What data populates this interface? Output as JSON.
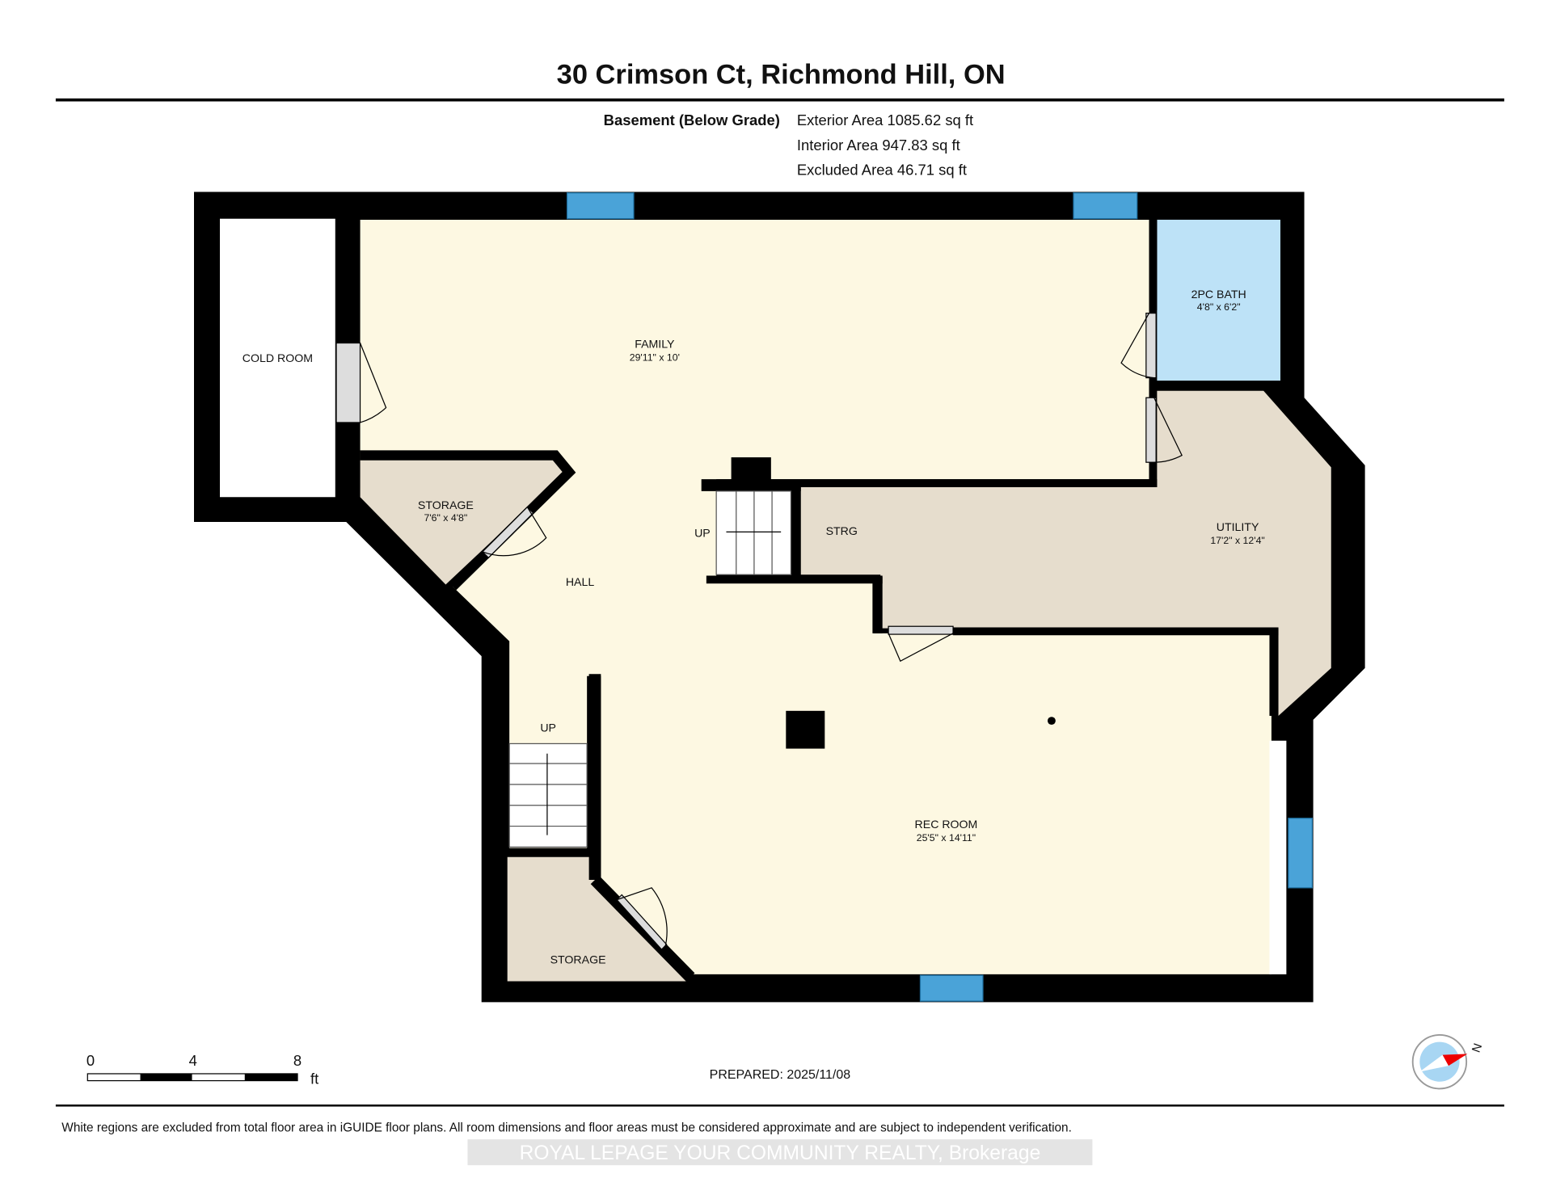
{
  "header": {
    "title": "30 Crimson Ct, Richmond Hill, ON",
    "level": "Basement (Below Grade)",
    "exterior_area": "Exterior Area 1085.62 sq ft",
    "interior_area": "Interior Area 947.83 sq ft",
    "excluded_area": "Excluded Area 46.71 sq ft"
  },
  "rooms": {
    "cold_room": {
      "name": "COLD ROOM"
    },
    "family": {
      "name": "FAMILY",
      "dims": "29'11\" x 10'"
    },
    "bath": {
      "name": "2PC BATH",
      "dims": "4'8\" x 6'2\""
    },
    "storage1": {
      "name": "STORAGE",
      "dims": "7'6\" x 4'8\""
    },
    "hall": {
      "name": "HALL"
    },
    "strg": {
      "name": "STRG"
    },
    "utility": {
      "name": "UTILITY",
      "dims": "17'2\" x 12'4\""
    },
    "rec": {
      "name": "REC ROOM",
      "dims": "25'5\" x 14'11\""
    },
    "storage2": {
      "name": "STORAGE"
    },
    "stairs1": {
      "label": "UP"
    },
    "stairs2": {
      "label": "UP"
    }
  },
  "scale": {
    "ticks": [
      "0",
      "4",
      "8"
    ],
    "unit": "ft"
  },
  "compass": {
    "label": "N"
  },
  "prepared": "PREPARED: 2025/11/08",
  "footer": {
    "note": "White regions are excluded from total floor area in iGUIDE floor plans. All room dimensions and floor areas must be considered approximate and are subject to independent verification.",
    "watermark": "ROYAL LEPAGE YOUR COMMUNITY REALTY, Brokerage"
  },
  "colors": {
    "living": "#fdf8e2",
    "utility": "#e6ddcd",
    "bath": "#bde2f7",
    "window": "#4aa3d8",
    "wall": "#000000"
  }
}
